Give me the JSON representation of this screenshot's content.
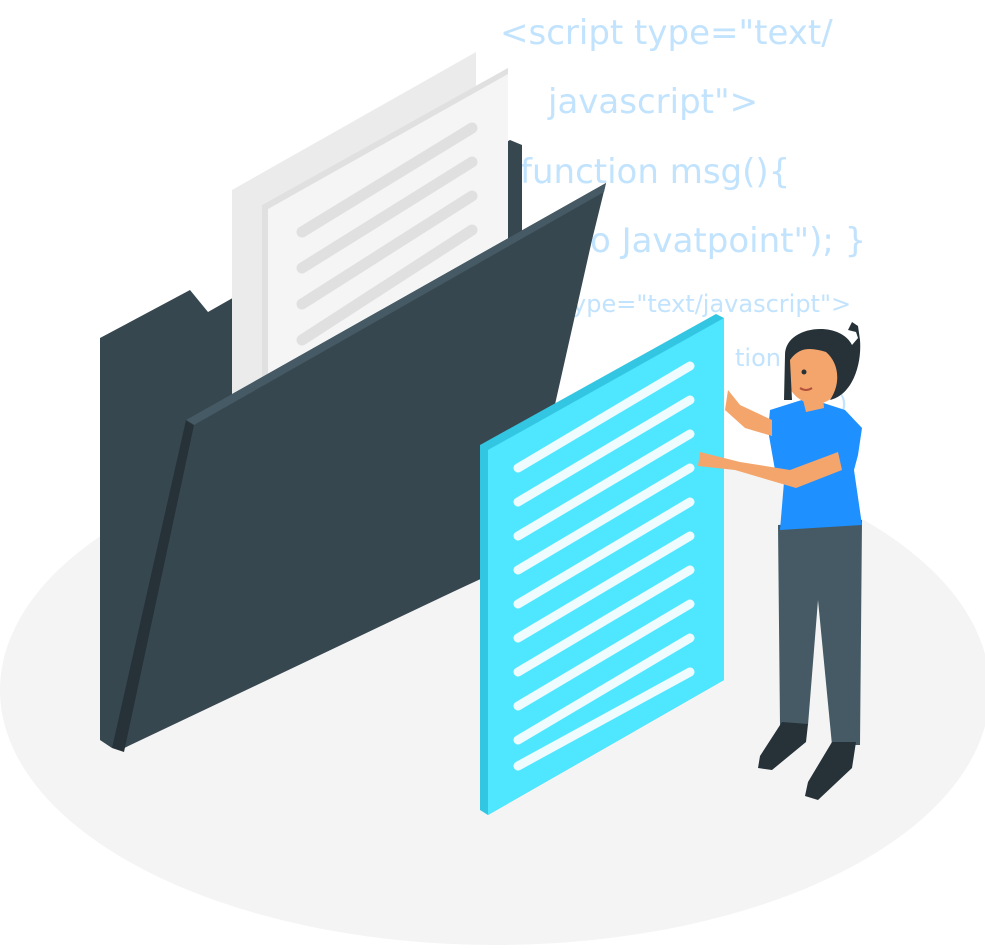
{
  "code_lines": [
    "<script type=\"text/",
    "javascript\">",
    "function msg(){",
    "o Javatpoint\");  }",
    "ype=\"text/javascript\">",
    "tion m",
    ")"
  ],
  "colors": {
    "floor": "#f4f4f4",
    "code": "#c2e3fd",
    "folder_back": "#37474f",
    "folder_front": "#37474f",
    "folder_edge": "#263238",
    "paper": "#f5f5f5",
    "paper_lines": "#e0e0e0",
    "doc": "#4fe6ff",
    "doc_edge": "#33c6e3",
    "doc_lines": "#eefcff",
    "shirt": "#1e90ff",
    "pants": "#455a64",
    "skin": "#f4a56c",
    "hair": "#263238"
  },
  "icons": {
    "folder": "open-folder-illustration",
    "document": "text-document-illustration",
    "person": "woman-holding-document-illustration"
  }
}
